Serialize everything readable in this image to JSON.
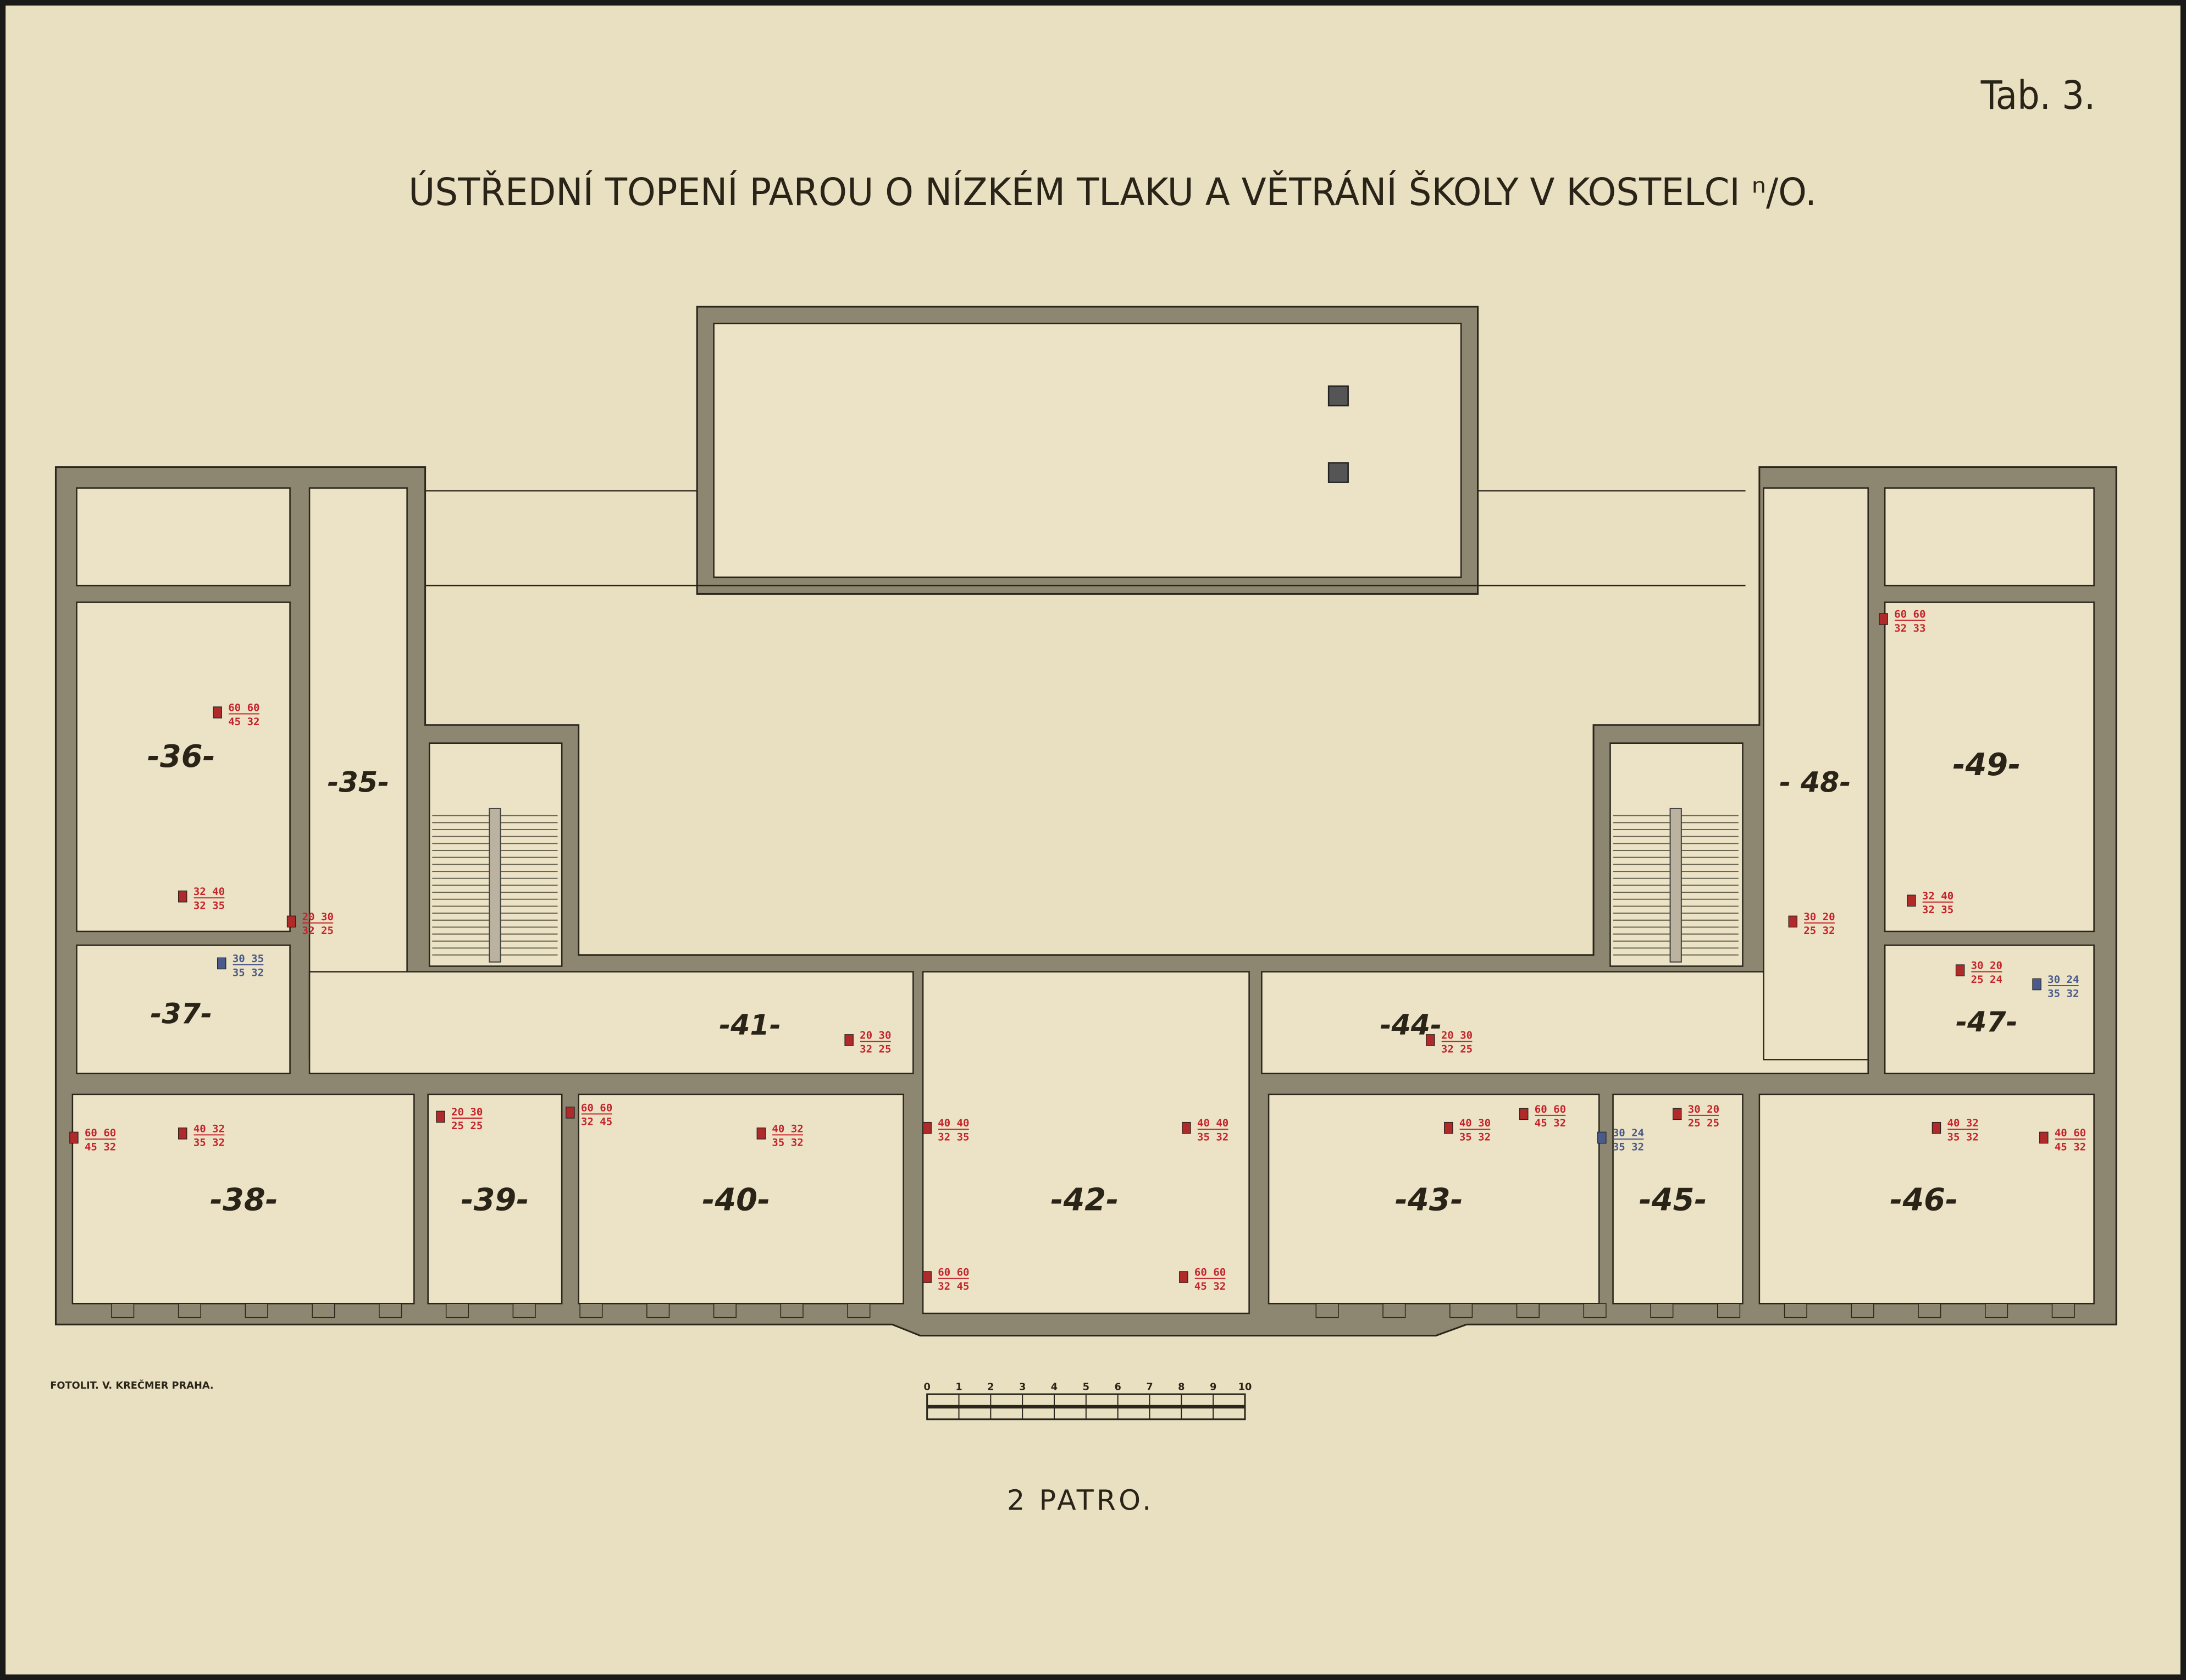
{
  "sheet": {
    "tab_label": "Tab. 3.",
    "title": "ÚSTŘEDNÍ TOPENÍ PAROU O NÍZKÉM TLAKU A VĚTRÁNÍ ŠKOLY V KOSTELCI ⁿ/O.",
    "floor_label": "2 PATRO.",
    "credit": "FOTOLIT. V. KREČMER PRAHA.",
    "scale_ticks": [
      "0",
      "1",
      "2",
      "3",
      "4",
      "5",
      "6",
      "7",
      "8",
      "9",
      "10"
    ]
  },
  "rooms": {
    "r35": "-35-",
    "r36": "-36-",
    "r37": "-37-",
    "r38": "-38-",
    "r39": "-39-",
    "r40": "-40-",
    "r41": "-41-",
    "r42": "-42-",
    "r43": "-43-",
    "r44": "-44-",
    "r45": "-45-",
    "r46": "-46-",
    "r47": "-47-",
    "r48": "- 48-",
    "r49": "-49-"
  },
  "annotations": [
    {
      "top": "60 60",
      "bottom": "45 32"
    },
    {
      "top": "32 40",
      "bottom": "32 35"
    },
    {
      "top": "20 30",
      "bottom": "32 25"
    },
    {
      "top": "60 60",
      "bottom": "45 32"
    },
    {
      "top": "40 32",
      "bottom": "35 32"
    },
    {
      "top": "20 30",
      "bottom": "25 25"
    },
    {
      "top": "60 60",
      "bottom": "32 45"
    },
    {
      "top": "40 32",
      "bottom": "35 32"
    },
    {
      "top": "20 30",
      "bottom": "32 25"
    },
    {
      "top": "40 40",
      "bottom": "32 35"
    },
    {
      "top": "40 40",
      "bottom": "35 32"
    },
    {
      "top": "60 60",
      "bottom": "32 45"
    },
    {
      "top": "60 60",
      "bottom": "45 32"
    },
    {
      "top": "20 30",
      "bottom": "32 25"
    },
    {
      "top": "40 30",
      "bottom": "35 32"
    },
    {
      "top": "60 60",
      "bottom": "45 32"
    },
    {
      "top": "30 20",
      "bottom": "25 25"
    },
    {
      "top": "40 32",
      "bottom": "35 32"
    },
    {
      "top": "40 60",
      "bottom": "45 32"
    },
    {
      "top": "60 60",
      "bottom": "32 33"
    },
    {
      "top": "32 40",
      "bottom": "32 35"
    },
    {
      "top": "30 20",
      "bottom": "25 32"
    },
    {
      "top": "30 20",
      "bottom": "25 24"
    }
  ],
  "blue_annotations": [
    {
      "top": "30 24",
      "bottom": "35 32"
    },
    {
      "top": "30 24",
      "bottom": "35 32"
    },
    {
      "top": "30 35",
      "bottom": "35 32"
    }
  ],
  "colors": {
    "paper": "#ece3c6",
    "wall": "#8d8670",
    "heating": "#c4242c",
    "ventilation": "#4a5a8a"
  }
}
